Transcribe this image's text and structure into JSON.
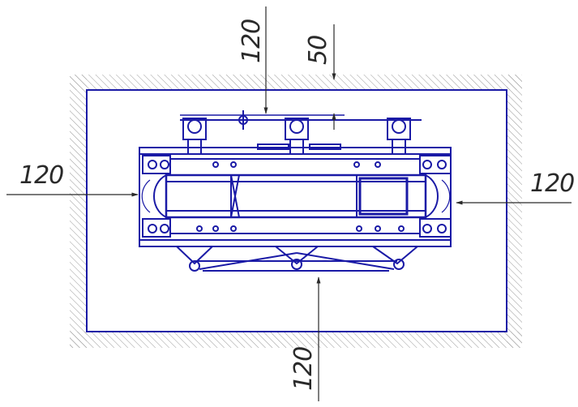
{
  "dimensions": {
    "top_clearance": "120",
    "top_component_clearance": "50",
    "left_clearance": "120",
    "right_clearance": "120",
    "bottom_clearance": "120"
  },
  "colors": {
    "drawing_lines": "#1a1aa6",
    "dimension_lines": "#2a2a2a",
    "hatch": "#9a9a9a"
  }
}
